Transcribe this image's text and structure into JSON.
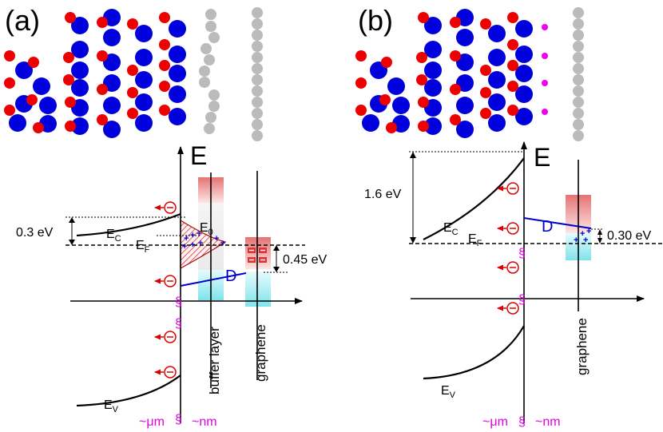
{
  "panel_a": {
    "label": "(a)",
    "axis_label": "E",
    "ec_main": "E",
    "ec_sub": "C",
    "ef_main": "E",
    "ef_sub": "F",
    "ev_main": "E",
    "ev_sub": "V",
    "e0_main": "E",
    "e0_sub": "0",
    "d_label": "D",
    "gap1": "0.3 eV",
    "gap2": "0.45 eV",
    "buffer_label": "buffer layer",
    "graphene_label": "graphene",
    "scale_um": "~μm",
    "scale_nm": "~nm",
    "break_glyph": "§"
  },
  "panel_b": {
    "label": "(b)",
    "axis_label": "E",
    "ec_main": "E",
    "ec_sub": "C",
    "ef_main": "E",
    "ef_sub": "F",
    "ev_main": "E",
    "ev_sub": "V",
    "d_label": "D",
    "gap1": "1.6 eV",
    "gap2": "0.30 eV",
    "graphene_label": "graphene",
    "scale_um": "~μm",
    "scale_nm": "~nm",
    "break_glyph": "§"
  },
  "colors": {
    "red_atom": "#ee0000",
    "blue_atom": "#0000dd",
    "gray_atom": "#bbbbbb",
    "magenta_atom": "#ee00ee",
    "band_red": "#e88888",
    "band_cyan": "#88e8ee",
    "d_line": "#0000cc"
  }
}
